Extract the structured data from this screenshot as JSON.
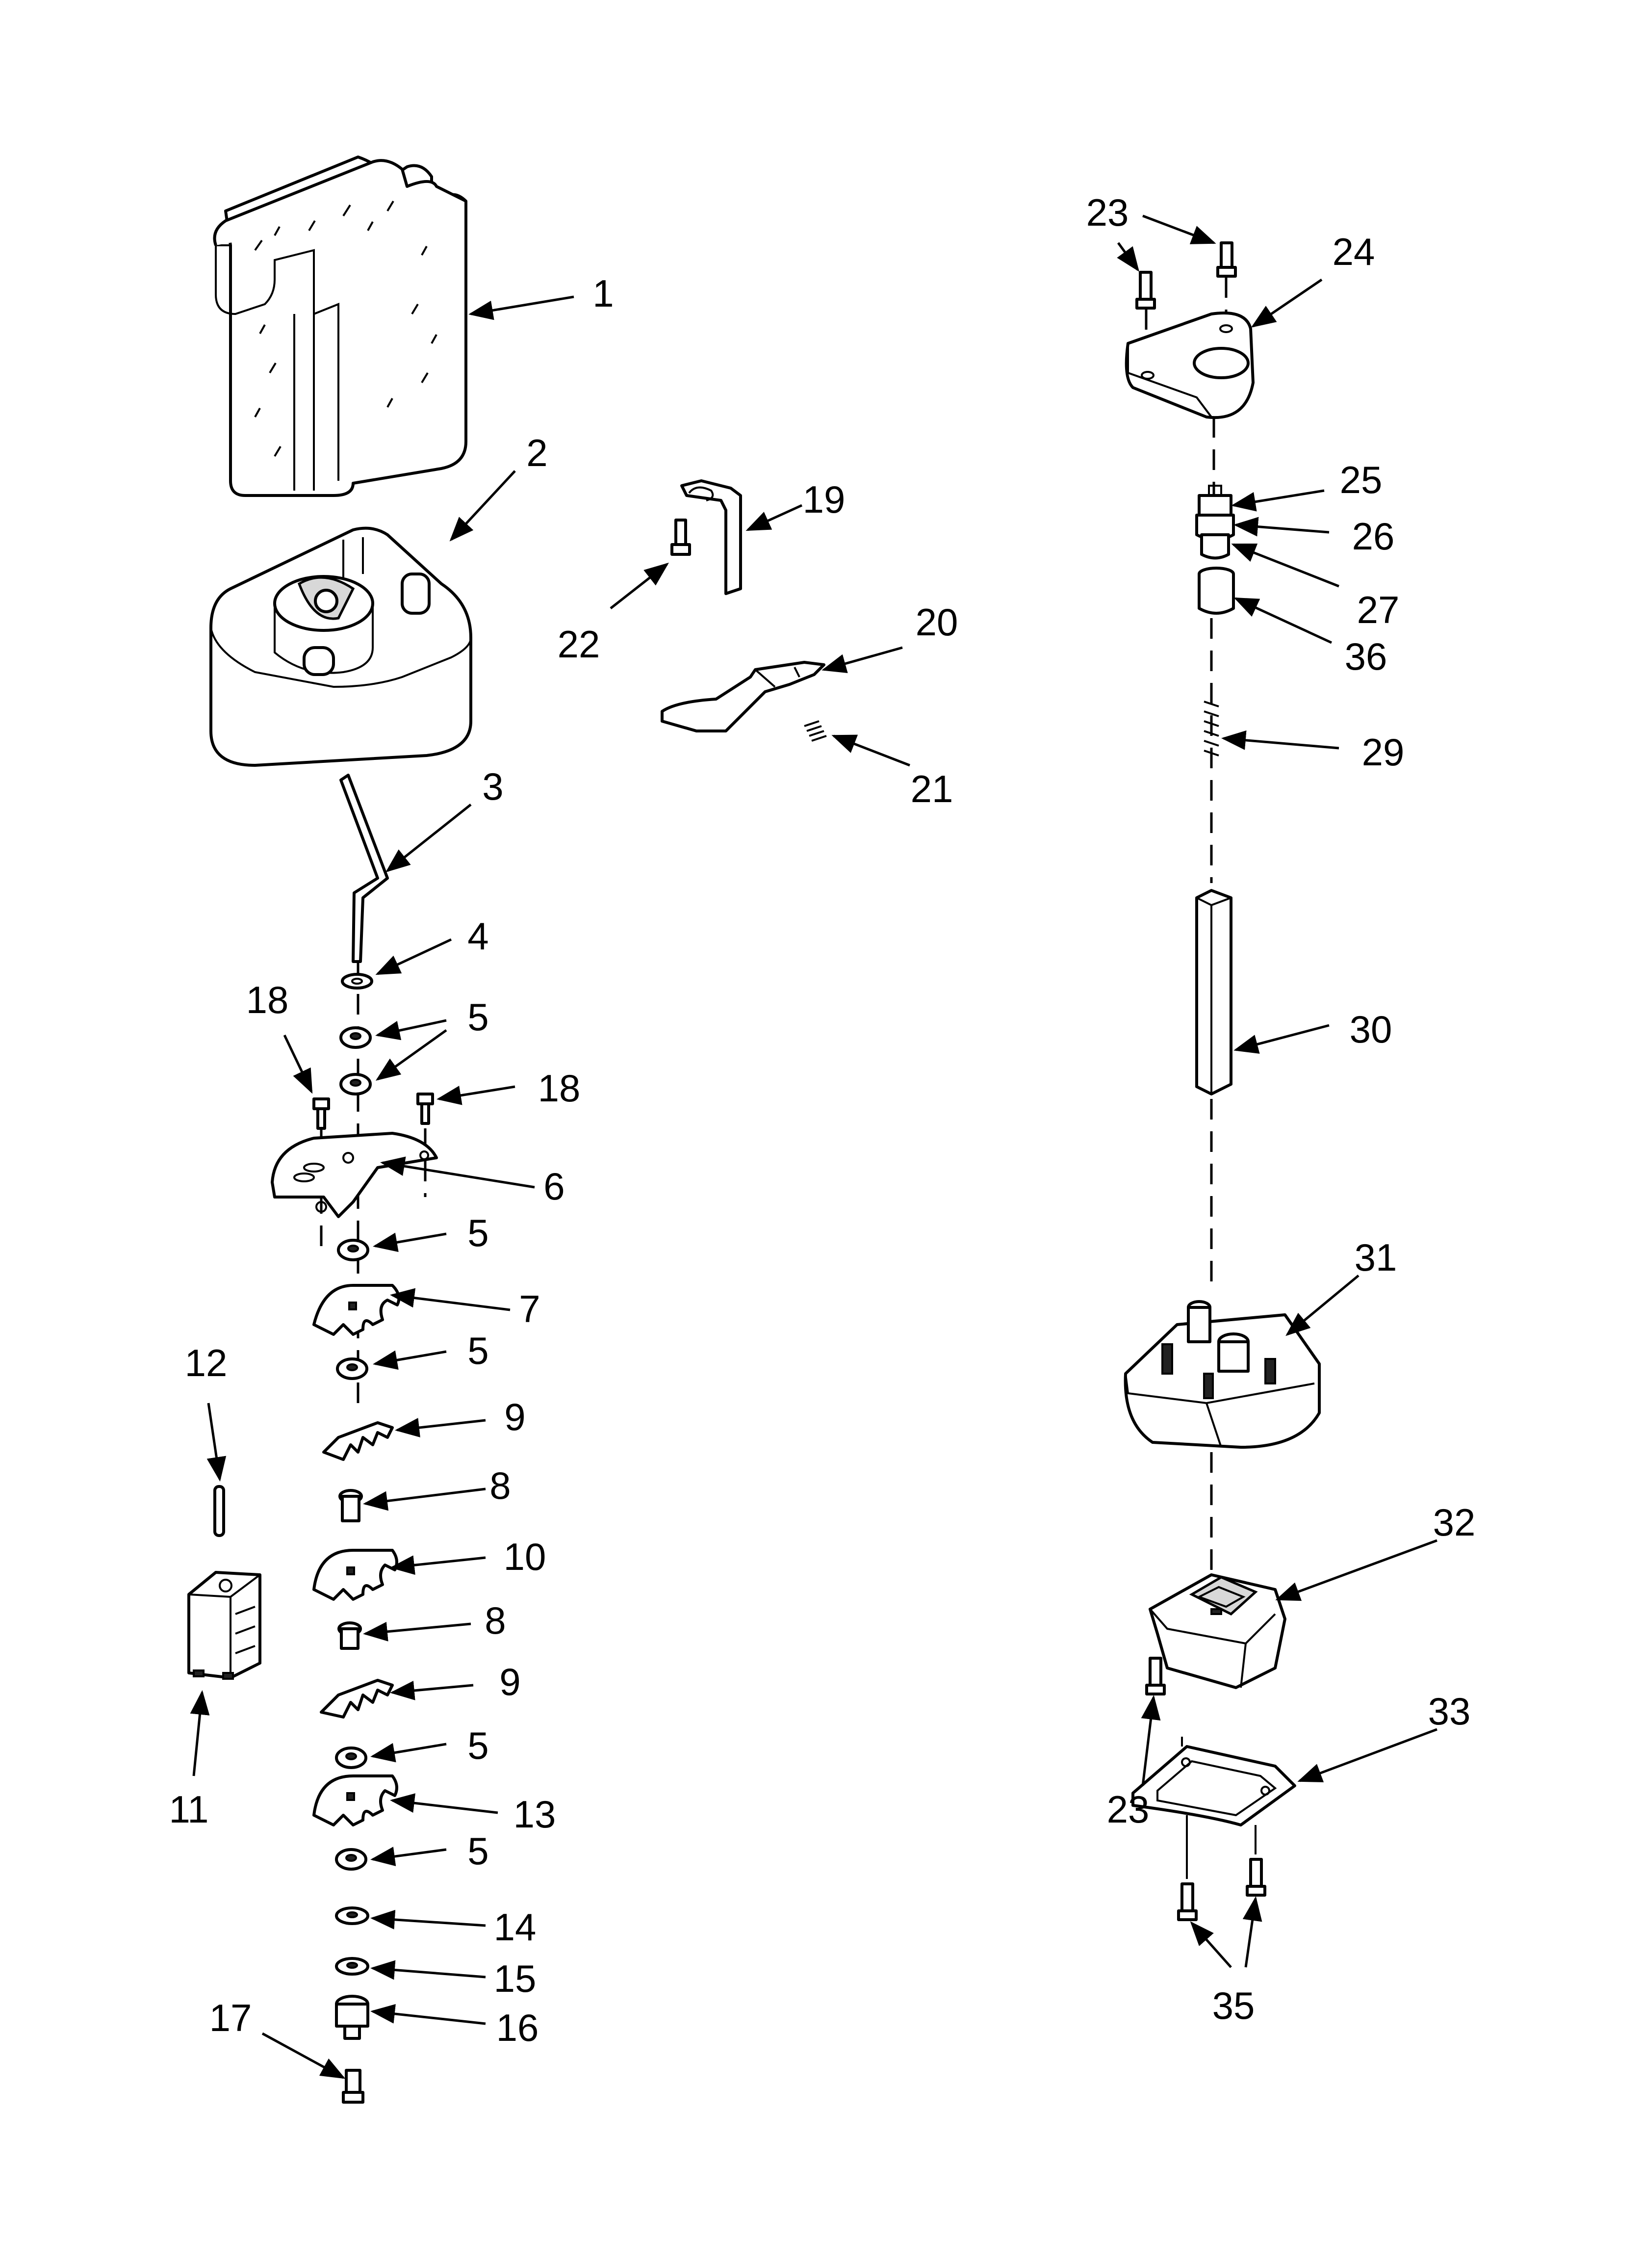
{
  "callouts": [
    {
      "id": "c1",
      "text": "1"
    },
    {
      "id": "c2",
      "text": "2"
    },
    {
      "id": "c3",
      "text": "3"
    },
    {
      "id": "c4",
      "text": "4"
    },
    {
      "id": "c5a",
      "text": "5"
    },
    {
      "id": "c18a",
      "text": "18"
    },
    {
      "id": "c18b",
      "text": "18"
    },
    {
      "id": "c6",
      "text": "6"
    },
    {
      "id": "c5b",
      "text": "5"
    },
    {
      "id": "c7",
      "text": "7"
    },
    {
      "id": "c5c",
      "text": "5"
    },
    {
      "id": "c12",
      "text": "12"
    },
    {
      "id": "c9a",
      "text": "9"
    },
    {
      "id": "c8a",
      "text": "8"
    },
    {
      "id": "c10",
      "text": "10"
    },
    {
      "id": "c8b",
      "text": "8"
    },
    {
      "id": "c9b",
      "text": "9"
    },
    {
      "id": "c11",
      "text": "11"
    },
    {
      "id": "c5d",
      "text": "5"
    },
    {
      "id": "c13",
      "text": "13"
    },
    {
      "id": "c5e",
      "text": "5"
    },
    {
      "id": "c14",
      "text": "14"
    },
    {
      "id": "c15",
      "text": "15"
    },
    {
      "id": "c16",
      "text": "16"
    },
    {
      "id": "c17",
      "text": "17"
    },
    {
      "id": "c19",
      "text": "19"
    },
    {
      "id": "c22",
      "text": "22"
    },
    {
      "id": "c20",
      "text": "20"
    },
    {
      "id": "c21",
      "text": "21"
    },
    {
      "id": "c23a",
      "text": "23"
    },
    {
      "id": "c24",
      "text": "24"
    },
    {
      "id": "c25",
      "text": "25"
    },
    {
      "id": "c26",
      "text": "26"
    },
    {
      "id": "c27",
      "text": "27"
    },
    {
      "id": "c36",
      "text": "36"
    },
    {
      "id": "c29",
      "text": "29"
    },
    {
      "id": "c30",
      "text": "30"
    },
    {
      "id": "c31",
      "text": "31"
    },
    {
      "id": "c32",
      "text": "32"
    },
    {
      "id": "c33",
      "text": "33"
    },
    {
      "id": "c23b",
      "text": "23"
    },
    {
      "id": "c35",
      "text": "35"
    }
  ]
}
